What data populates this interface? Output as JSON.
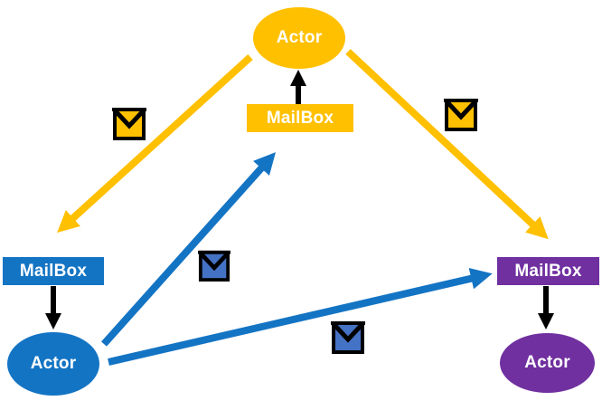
{
  "diagram": {
    "description": "Actor model message-passing diagram: three Actors with MailBoxes exchanging envelope messages",
    "colors": {
      "gold": "#FFC000",
      "blue": "#1474C4",
      "envelope_blue": "#4472C4",
      "purple": "#7030A0",
      "black": "#000000"
    },
    "nodes": [
      {
        "id": "actor-top",
        "label": "Actor",
        "shape": "ellipse",
        "color": "gold"
      },
      {
        "id": "mailbox-top",
        "label": "MailBox",
        "shape": "rect",
        "color": "gold"
      },
      {
        "id": "mailbox-left",
        "label": "MailBox",
        "shape": "rect",
        "color": "blue"
      },
      {
        "id": "actor-left",
        "label": "Actor",
        "shape": "ellipse",
        "color": "blue"
      },
      {
        "id": "mailbox-right",
        "label": "MailBox",
        "shape": "rect",
        "color": "purple"
      },
      {
        "id": "actor-right",
        "label": "Actor",
        "shape": "ellipse",
        "color": "purple"
      }
    ],
    "edges": [
      {
        "from": "actor-top",
        "to": "mailbox-left",
        "color": "gold",
        "style": "thick-arrow"
      },
      {
        "from": "actor-top",
        "to": "mailbox-right",
        "color": "gold",
        "style": "thick-arrow"
      },
      {
        "from": "actor-left",
        "to": "mailbox-top",
        "color": "blue",
        "style": "thick-arrow"
      },
      {
        "from": "actor-left",
        "to": "mailbox-right",
        "color": "blue",
        "style": "thick-arrow"
      },
      {
        "from": "mailbox-top",
        "to": "actor-top",
        "color": "black",
        "style": "thin-arrow"
      },
      {
        "from": "mailbox-left",
        "to": "actor-left",
        "color": "black",
        "style": "thin-arrow"
      },
      {
        "from": "mailbox-right",
        "to": "actor-right",
        "color": "black",
        "style": "thin-arrow"
      }
    ],
    "message_icons": [
      {
        "icon": "envelope-icon",
        "color": "gold",
        "position": "upper-left"
      },
      {
        "icon": "envelope-icon",
        "color": "gold",
        "position": "upper-right"
      },
      {
        "icon": "envelope-icon",
        "color": "envelope_blue",
        "position": "center"
      },
      {
        "icon": "envelope-icon",
        "color": "envelope_blue",
        "position": "lower-center"
      }
    ]
  }
}
